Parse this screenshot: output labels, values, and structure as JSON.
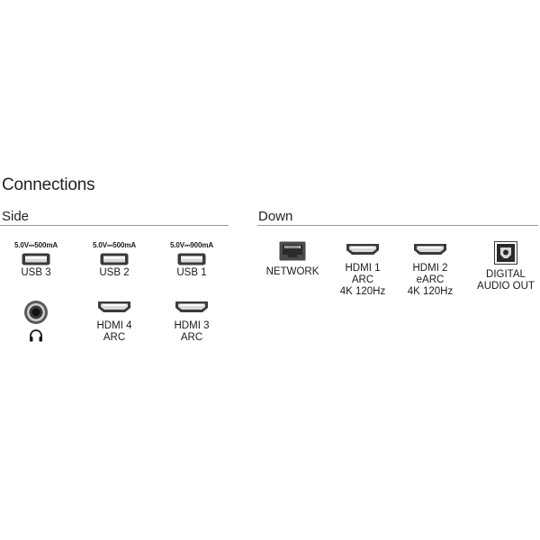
{
  "page_title": "Connections",
  "sections": {
    "side": {
      "title": "Side",
      "ports": [
        {
          "id": "usb3",
          "spec": "5.0V⎓500mA",
          "label": [
            "USB 3"
          ],
          "icon": "usb-port-icon"
        },
        {
          "id": "usb2",
          "spec": "5.0V⎓500mA",
          "label": [
            "USB 2"
          ],
          "icon": "usb-port-icon"
        },
        {
          "id": "usb1",
          "spec": "5.0V⎓900mA",
          "label": [
            "USB 1"
          ],
          "icon": "usb-port-icon"
        },
        {
          "id": "headphone",
          "spec": "",
          "label": [],
          "icon": "headphone-jack-icon"
        },
        {
          "id": "hdmi4",
          "spec": "",
          "label": [
            "HDMI 4",
            "ARC"
          ],
          "icon": "hdmi-port-icon"
        },
        {
          "id": "hdmi3",
          "spec": "",
          "label": [
            "HDMI 3",
            "ARC"
          ],
          "icon": "hdmi-port-icon"
        }
      ]
    },
    "down": {
      "title": "Down",
      "ports": [
        {
          "id": "network",
          "label": [
            "NETWORK"
          ],
          "icon": "ethernet-port-icon"
        },
        {
          "id": "hdmi1",
          "label": [
            "HDMI 1",
            "ARC",
            "4K 120Hz"
          ],
          "icon": "hdmi-port-icon"
        },
        {
          "id": "hdmi2",
          "label": [
            "HDMI 2",
            "eARC",
            "4K 120Hz"
          ],
          "icon": "hdmi-port-icon"
        },
        {
          "id": "optical",
          "label": [
            "DIGITAL",
            "AUDIO OUT"
          ],
          "icon": "optical-audio-port-icon"
        }
      ]
    }
  },
  "colors": {
    "port_dark": "#3a3a3a",
    "port_light": "#d9d9d9",
    "divider": "#9a9a9a"
  }
}
